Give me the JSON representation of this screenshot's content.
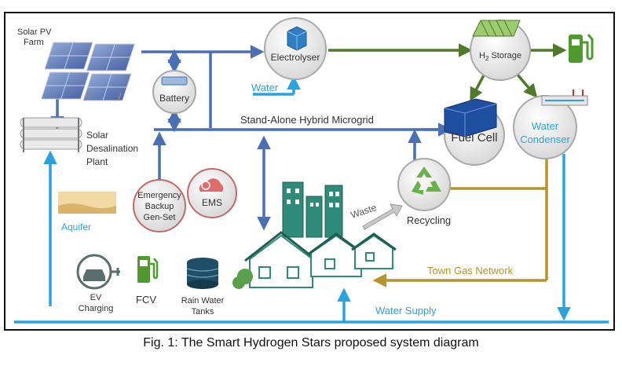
{
  "labels": {
    "solar_pv": [
      "Solar PV",
      "Farm"
    ],
    "electrolyser": "Electrolyser",
    "h2_storage": {
      "h": "H",
      "sub": "2",
      "rest": " Storage"
    },
    "battery": "Battery",
    "water_in": "Water",
    "desalination": [
      "Solar",
      "Desalination",
      "Plant"
    ],
    "microgrid": "Stand-Alone Hybrid Microgrid",
    "fuel_cell": "Fuel Cell",
    "water_condenser": [
      "Water",
      "Condenser"
    ],
    "aquifer": "Aquifer",
    "backup": [
      "Emergency",
      "Backup",
      "Gen-Set"
    ],
    "ems": "EMS",
    "waste": "Waste",
    "recycling": "Recycling",
    "town_gas": "Town Gas  Network",
    "ev_charging": [
      "EV",
      "Charging"
    ],
    "fcv": "FCV",
    "rain_tanks": [
      "Rain Water",
      "Tanks"
    ],
    "water_supply": "Water Supply"
  },
  "caption": "Fig. 1: The Smart Hydrogen Stars proposed system diagram",
  "colors": {
    "electricity": "#4a6fb5",
    "hydrogen": "#4e7a2a",
    "water": "#29a3e0",
    "gas": "#b8922a",
    "teal": "#2f8a78",
    "frame": "#111111"
  }
}
